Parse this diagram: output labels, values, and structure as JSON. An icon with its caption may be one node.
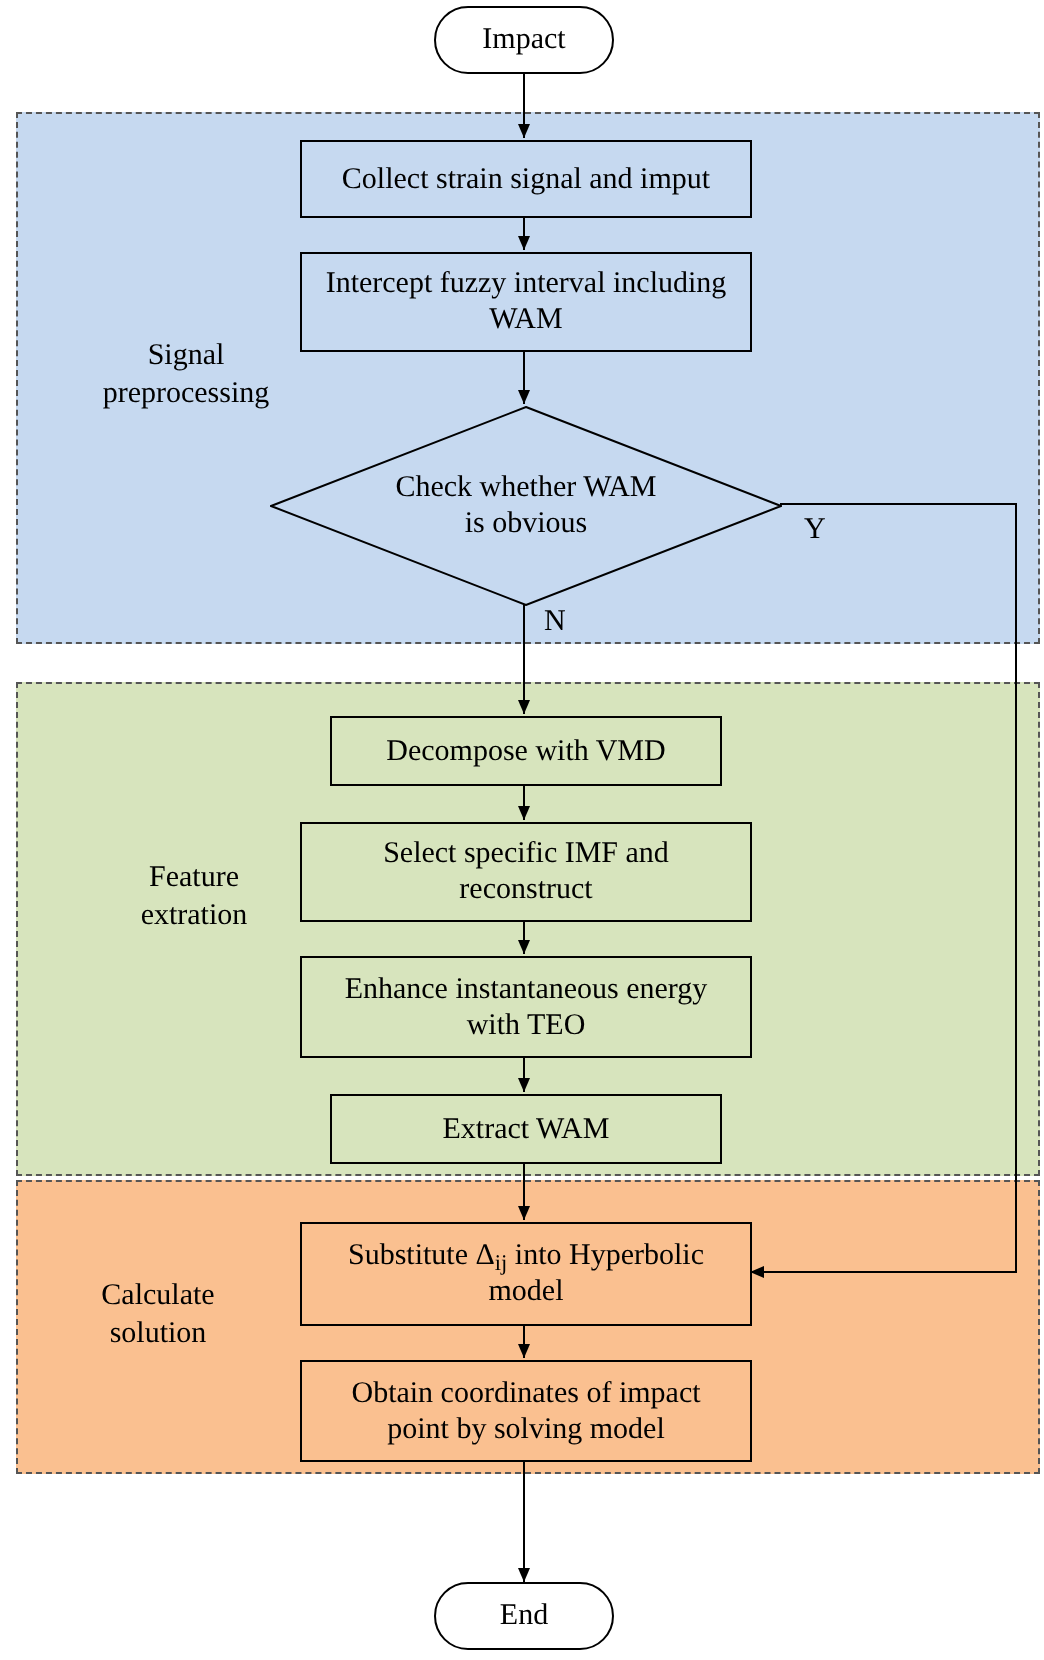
{
  "diagram": {
    "nodes": [
      {
        "text": [
          "Impact"
        ]
      },
      {
        "text": [
          "Signal preprocessing"
        ]
      },
      {
        "text": [
          "Collect strain signal and imput"
        ],
        "in": 1
      },
      {
        "text": [
          "Intercept fuzzy interval including WAM"
        ],
        "in": 1
      },
      {
        "text": [
          "Check whether WAM is obvious"
        ],
        "in": 1
      },
      {
        "text": [
          "Feature extration"
        ]
      },
      {
        "text": [
          "Decompose with VMD"
        ],
        "in": 5
      },
      {
        "text": [
          "Select specific IMF and reconstruct"
        ],
        "in": 5
      },
      {
        "text": [
          "Enhance instantaneous energy with TEO"
        ],
        "in": 5
      },
      {
        "text": [
          "Extract WAM"
        ],
        "in": 5
      },
      {
        "text": [
          "Calculate solution"
        ]
      },
      {
        "text": [
          "Substitute  Δ$_{ij}$ into Hyperbolic model"
        ],
        "in": 10
      },
      {
        "text": [
          "Obtain coordinates of impact point by solving model"
        ],
        "in": 10
      },
      {
        "text": [
          "End"
        ]
      }
    ],
    "edges": [
      {
        "from": 0,
        "to": 2,
        "arrow": "to"
      },
      {
        "from": 2,
        "to": 3,
        "arrow": "to"
      },
      {
        "from": 3,
        "to": 4,
        "arrow": "to"
      },
      {
        "from": 4,
        "to": 6,
        "arrow": "to",
        "label": "N"
      },
      {
        "from": 4,
        "to": 11,
        "arrow": "to",
        "label": "Y"
      },
      {
        "from": 6,
        "to": 7,
        "arrow": "to"
      },
      {
        "from": 7,
        "to": 8,
        "arrow": "to"
      },
      {
        "from": 8,
        "to": 9,
        "arrow": "to"
      },
      {
        "from": 9,
        "to": 11,
        "arrow": "to"
      },
      {
        "from": 11,
        "to": 12,
        "arrow": "to"
      },
      {
        "from": 12,
        "to": 13,
        "arrow": "to"
      }
    ]
  }
}
